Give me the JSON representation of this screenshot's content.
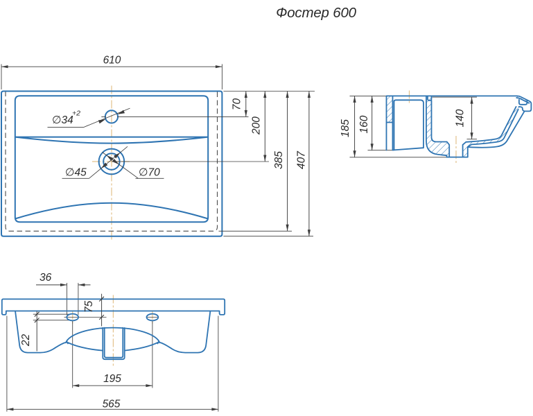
{
  "title": "Фостер 600",
  "colors": {
    "part": "#2e74b2",
    "dim": "#3d3d3d",
    "hidden": "#4a4a4a",
    "center": "#e3c28c",
    "ink": "#2a2a2a"
  },
  "plan_view": {
    "dim_width": "610",
    "dim_hole_offset": "70",
    "dim_drain_offset": "200",
    "dim_body_depth": "385",
    "dim_total_depth": "407",
    "label_faucet_hole": "∅34",
    "label_faucet_tol": "+2",
    "label_drain_inner": "∅45",
    "label_drain_outer": "∅70"
  },
  "section_view": {
    "dim_total_height": "185",
    "dim_back_height": "160",
    "dim_bowl_depth": "140"
  },
  "front_view": {
    "dim_hole_width": "36",
    "dim_hole_from_top": "75",
    "dim_hole_gap": "22",
    "dim_holes_span": "195",
    "dim_bottom_width": "565"
  }
}
